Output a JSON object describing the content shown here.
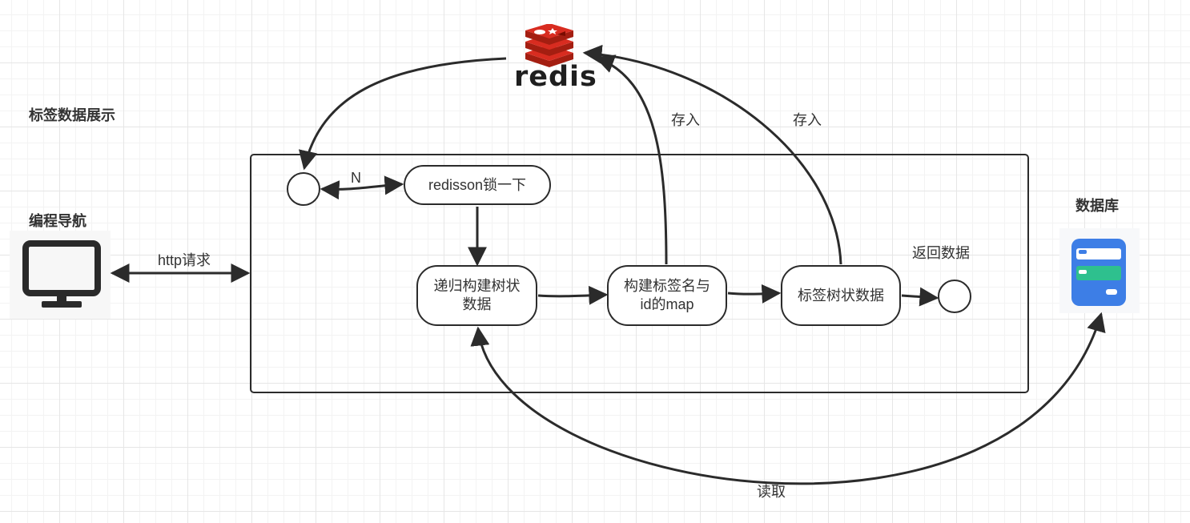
{
  "title": "标签数据展示",
  "client": {
    "title": "编程导航",
    "icon": "monitor-icon"
  },
  "database": {
    "title": "数据库",
    "icon": "database-icon"
  },
  "redis": {
    "logo_text": "redis",
    "icon": "redis-logo-icon"
  },
  "edges": {
    "http": "http请求",
    "n": "N",
    "store1": "存入",
    "store2": "存入",
    "read": "读取",
    "return": "返回数据"
  },
  "nodes": {
    "lock": "redisson锁一下",
    "recursive_line1": "递归构建树状",
    "recursive_line2": "数据",
    "map_line1": "构建标签名与",
    "map_line2": "id的map",
    "tree": "标签树状数据"
  },
  "colors": {
    "redis": "#c6302b",
    "database_blue": "#3d7ee6",
    "database_green": "#2ec08e",
    "stroke": "#2b2b2b"
  }
}
